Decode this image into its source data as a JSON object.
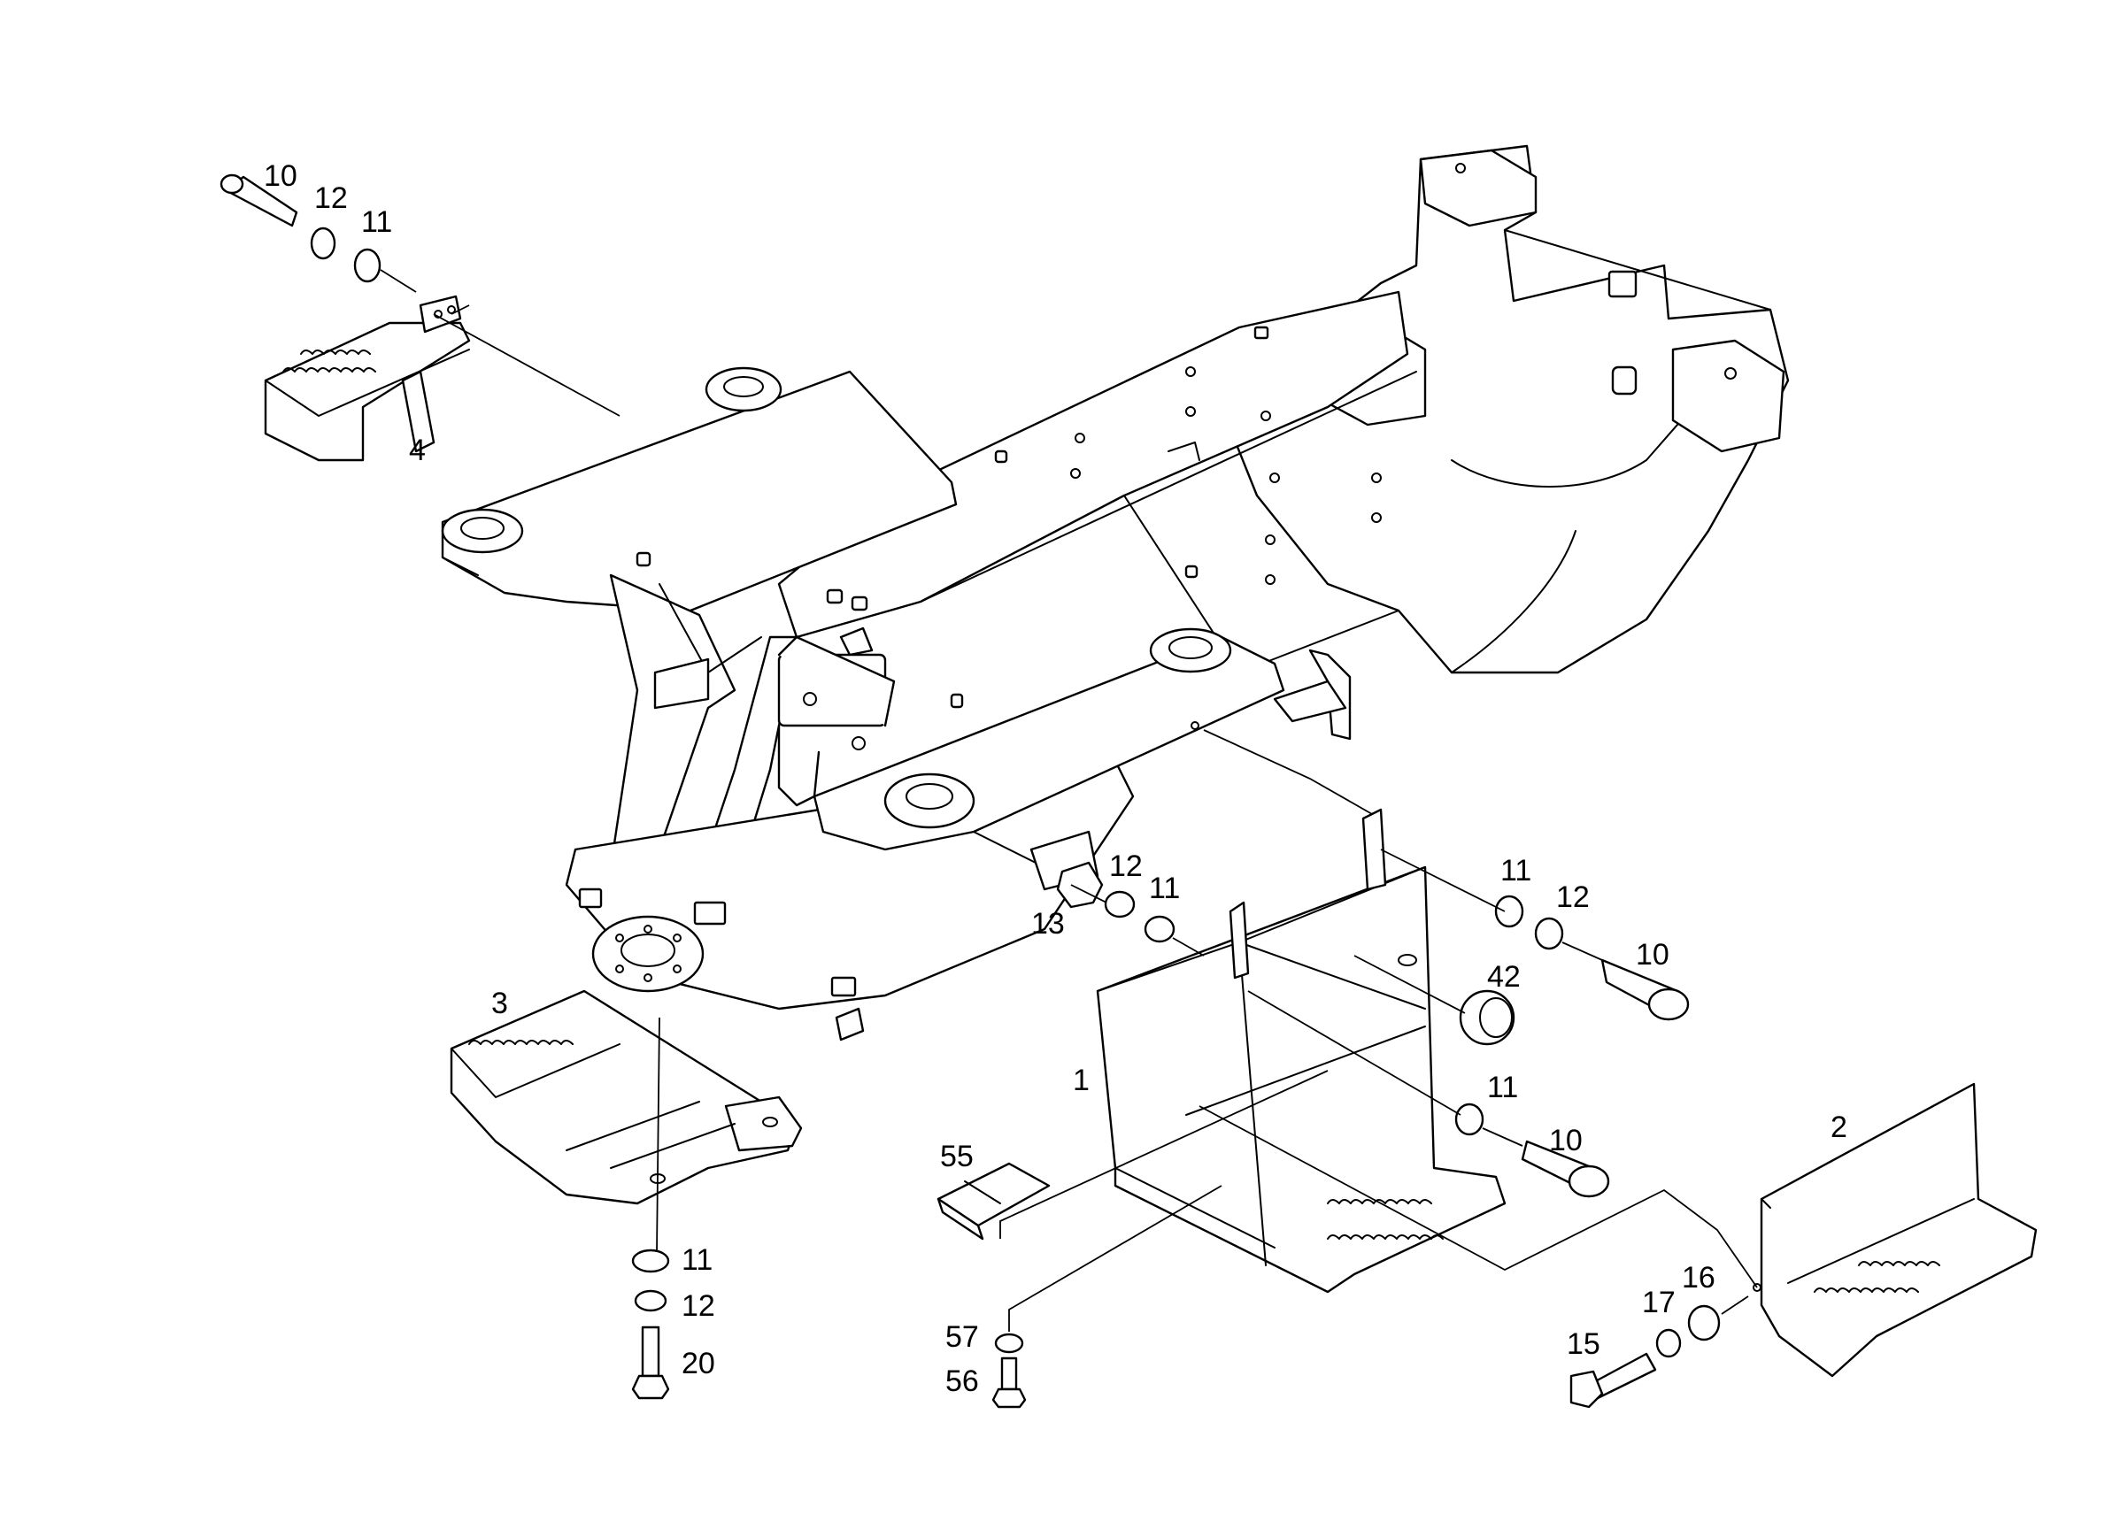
{
  "figure": {
    "kind": "exploded parts diagram",
    "subject": "undercarriage frame with access steps",
    "line_color": "#000000",
    "background": "#ffffff"
  },
  "callouts": {
    "c10a": "10",
    "c12a": "12",
    "c11a": "11",
    "c4": "4",
    "c12b": "12",
    "c11b": "11",
    "c13": "13",
    "c11c": "11",
    "c12c": "12",
    "c10b": "10",
    "c42": "42",
    "c11d": "11",
    "c10c": "10",
    "c1": "1",
    "c3": "3",
    "c11e": "11",
    "c12d": "12",
    "c20": "20",
    "c55": "55",
    "c57": "57",
    "c56": "56",
    "c2": "2",
    "c16": "16",
    "c17": "17",
    "c15": "15"
  }
}
